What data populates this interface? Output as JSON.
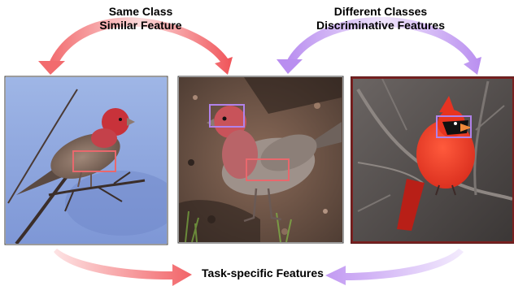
{
  "captions": {
    "same_class_line1": "Same Class",
    "same_class_line2": "Similar Feature",
    "different_classes_line1": "Different Classes",
    "different_classes_line2": "Discriminative Features",
    "bottom": "Task-specific Features"
  },
  "images": [
    {
      "subject": "house finch perched on a branch against a blue sky",
      "highlight": "wing region"
    },
    {
      "subject": "house finch standing on the ground",
      "highlight": "head and wing regions"
    },
    {
      "subject": "northern cardinal perched among bare branches",
      "highlight": "face mask region"
    }
  ],
  "colors": {
    "similar_arrow": "#f4787a",
    "discriminative_arrow": "#c9a2f4",
    "similar_box": "#e8686d",
    "discriminative_box": "#b182ea"
  }
}
